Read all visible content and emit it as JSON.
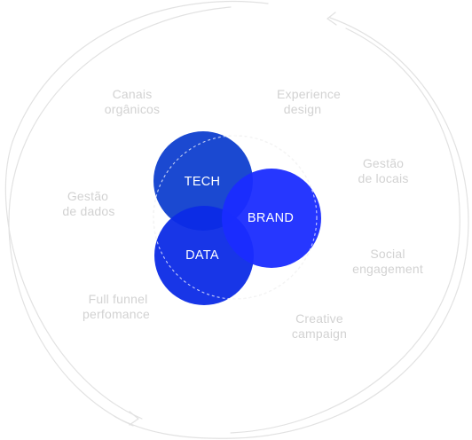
{
  "colors": {
    "orbit": "#e2e2e2",
    "outer_text": "#d2d2d2",
    "dashed_circle": "#d6d6d6",
    "tech": "#0f3fcf",
    "data": "#0c2be6",
    "brand": "#1a2cff",
    "core_text": "#ffffff"
  },
  "core": {
    "tech": "TECH",
    "brand": "BRAND",
    "data": "DATA"
  },
  "services": [
    {
      "line1": "Canais",
      "line2": "orgânicos"
    },
    {
      "line1": "Experience",
      "line2": "design"
    },
    {
      "line1": "Gestão",
      "line2": "de locais"
    },
    {
      "line1": "Social",
      "line2": "engagement"
    },
    {
      "line1": "Creative",
      "line2": "campaign"
    },
    {
      "line1": "Full funnel",
      "line2": "perfomance"
    },
    {
      "line1": "Gestão",
      "line2": "de dados"
    }
  ],
  "icons": [
    "orbit-arrow-icon",
    "orbit-arrow-icon"
  ]
}
